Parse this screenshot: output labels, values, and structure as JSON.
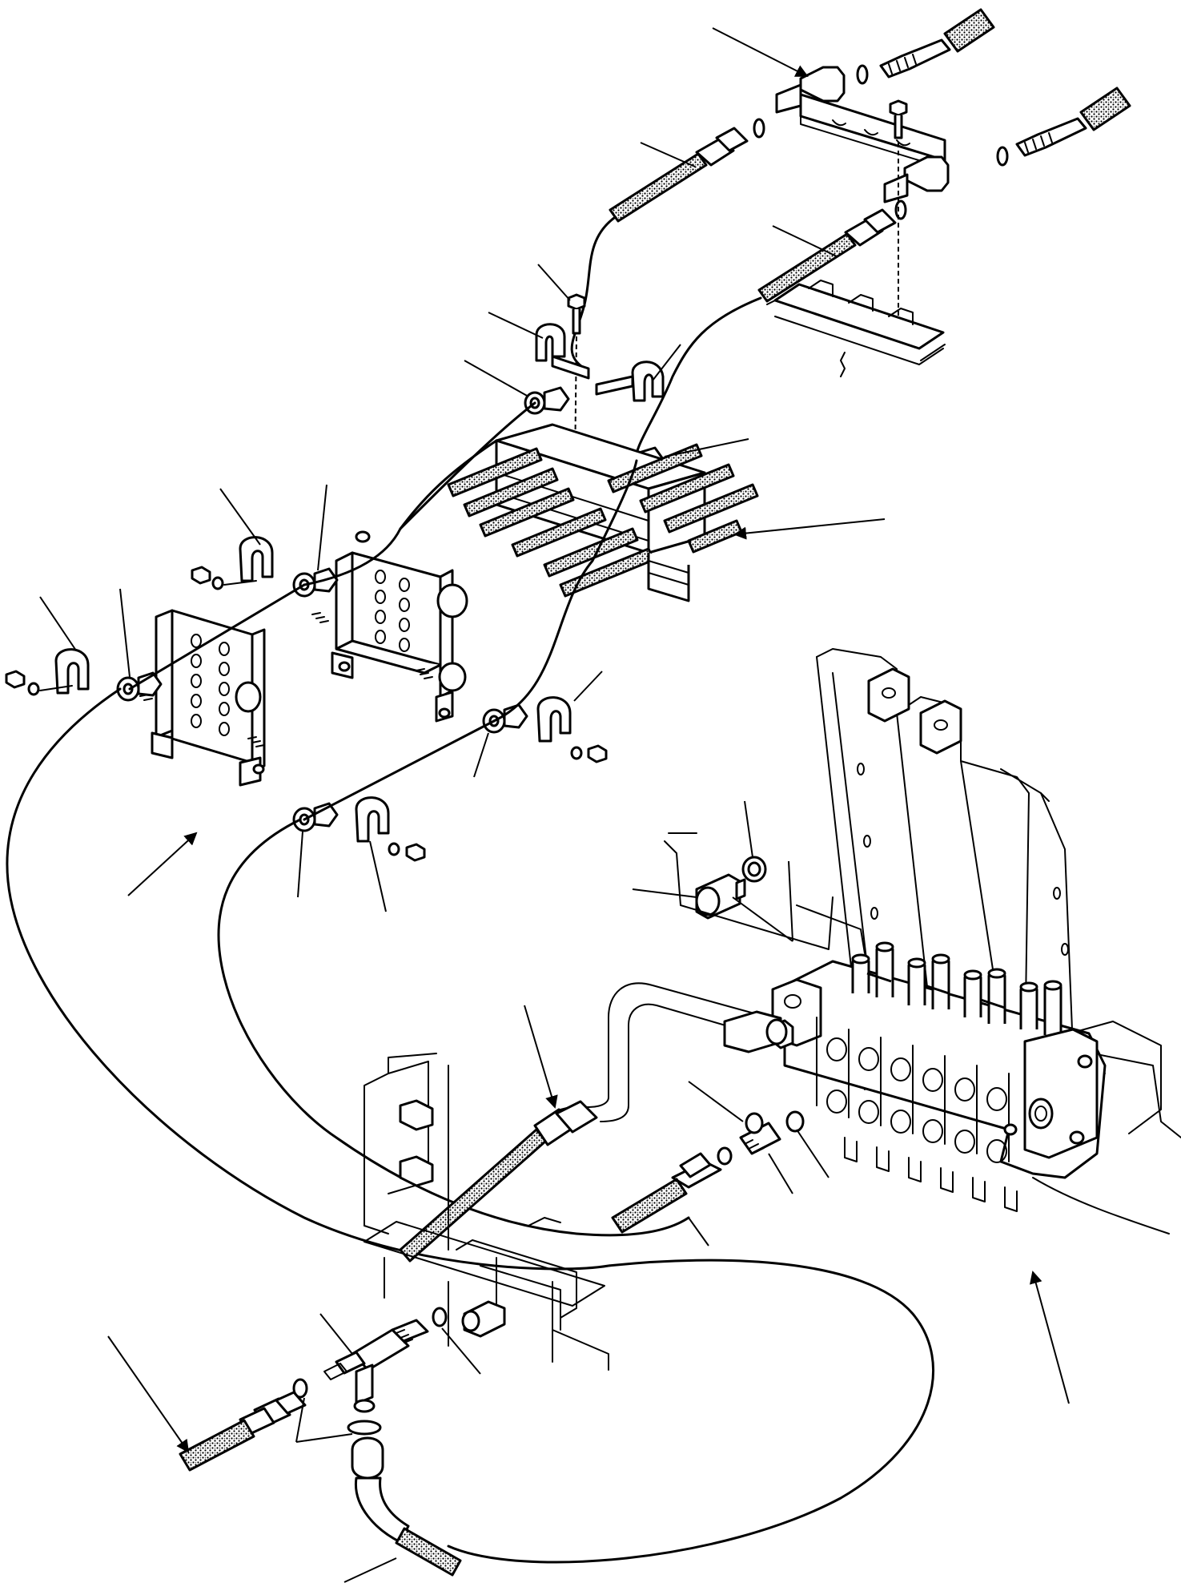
{
  "diagram": {
    "style": "monochrome exploded parts illustration (no printed text or callout numbers)",
    "colors": {
      "line": "#000000",
      "background": "#ffffff",
      "hose_fill": "stipple"
    },
    "parts": [
      "tube-connector-assembly",
      "hose-a",
      "hose-b",
      "bolt-top",
      "bolt-mid",
      "half-clamp-a",
      "half-clamp-b",
      "clamp-grommet-set",
      "tube-bundle",
      "clamp-plate-upper",
      "clamp-plate-lower",
      "plug",
      "control-valve",
      "valve-adapter",
      "tee-fitting",
      "elbow-hose",
      "inlet-hose"
    ],
    "callout_arrows": 7,
    "leader_lines": 26
  }
}
